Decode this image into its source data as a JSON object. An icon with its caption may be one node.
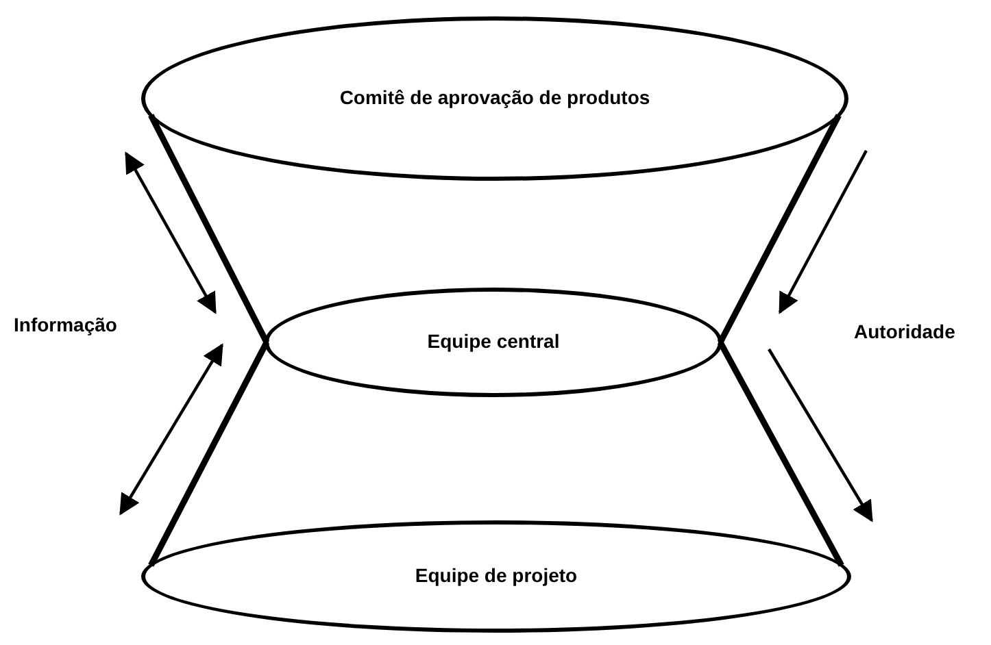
{
  "diagram": {
    "nodes": [
      {
        "text": [
          "Comitê de aprovação de produtos"
        ]
      },
      {
        "text": [
          "Equipe central"
        ]
      },
      {
        "text": [
          "Equipe de projeto"
        ]
      }
    ],
    "edges": [
      {
        "from": 0,
        "to": 1,
        "arrow": "none"
      },
      {
        "from": 0,
        "to": 1,
        "arrow": "none"
      },
      {
        "from": 1,
        "to": 2,
        "arrow": "none"
      },
      {
        "from": 1,
        "to": 2,
        "arrow": "none"
      }
    ],
    "labels": [
      "Informação",
      "Autoridade"
    ]
  }
}
